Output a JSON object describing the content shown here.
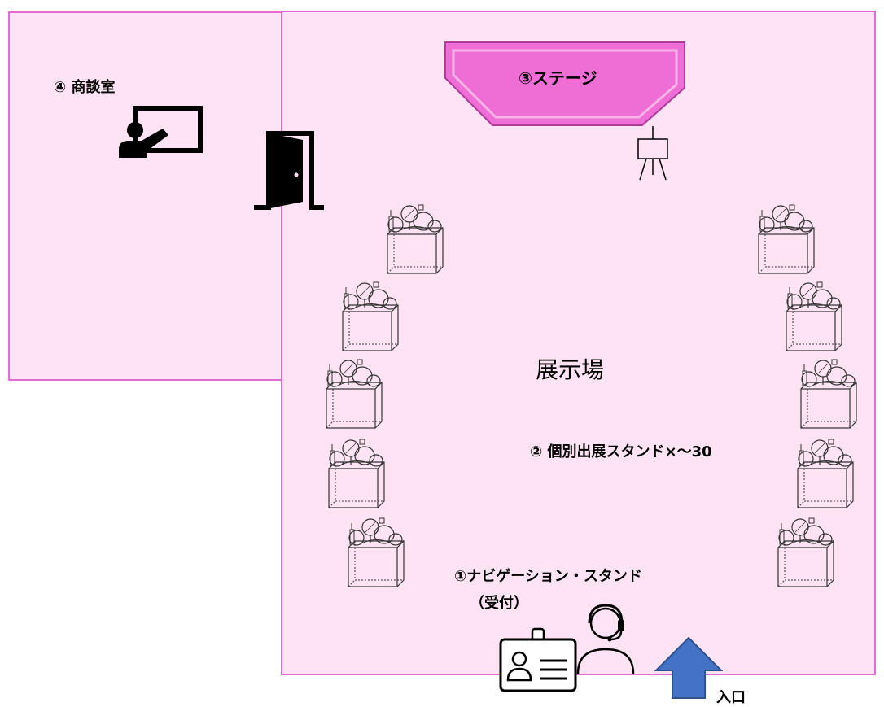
{
  "rooms": {
    "meeting_room": {
      "label": "④ 商談室"
    },
    "exhibition_hall": {
      "label": "展示場"
    }
  },
  "stage": {
    "label": "③ステージ"
  },
  "stands": {
    "label": "② 個別出展スタンド×〜30",
    "count_shown": 10
  },
  "navigation": {
    "label": "①ナビゲーション・スタンド",
    "sublabel": "（受付）"
  },
  "entrance": {
    "label": "入口"
  },
  "colors": {
    "room_fill": "#fde3f4",
    "room_border": "#e36bd4",
    "stage_fill": "#ef6ed6",
    "entrance_arrow": "#4472c4"
  }
}
